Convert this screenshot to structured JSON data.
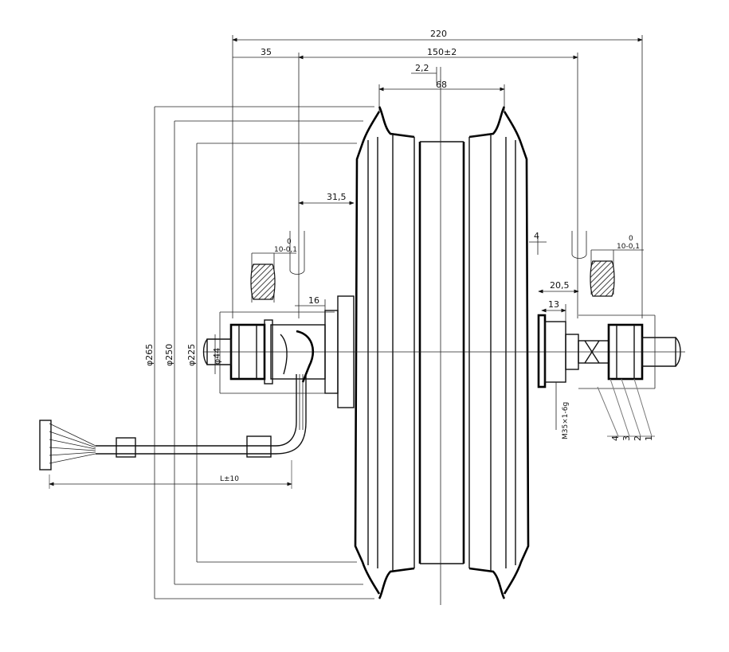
{
  "drawing": {
    "dimensions": {
      "overall_width": "220",
      "flange_span": "150±2",
      "offset_left": "35",
      "offset_small": "2,2",
      "rim_width": "68",
      "left_shoulder": "31,5",
      "left_hub": "16",
      "right_small": "4",
      "right_shoulder": "20,5",
      "right_hub": "13",
      "cable_length": "L±10",
      "diameter_rim": "φ265",
      "diameter_tyre": "φ250",
      "diameter_inner": "φ225",
      "diameter_axle": "φ44",
      "thread": "M35×1-6g"
    },
    "tolerances": {
      "left_flat": "10-0,1",
      "left_flat_upper": "0",
      "right_flat": "10-0,1",
      "right_flat_upper": "0"
    },
    "part_numbers": [
      "4",
      "3",
      "2",
      "1"
    ]
  }
}
